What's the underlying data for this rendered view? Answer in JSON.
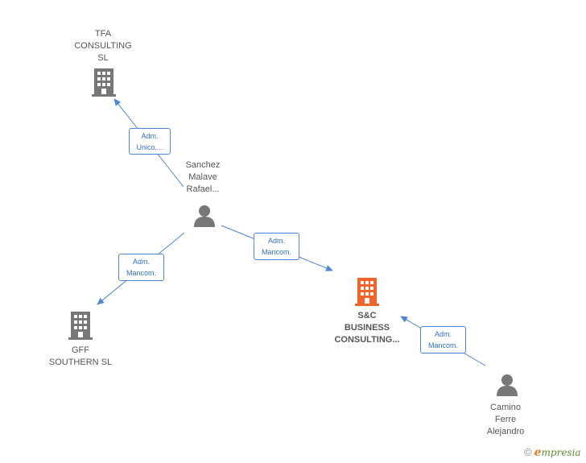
{
  "nodes": {
    "tfa": {
      "label": "TFA\nCONSULTING\nSL",
      "kind": "company"
    },
    "sanchez": {
      "label": "Sanchez\nMalave\nRafael...",
      "kind": "person"
    },
    "gff": {
      "label": "GFF\nSOUTHERN  SL",
      "kind": "company"
    },
    "sc": {
      "label": "S&C\nBUSINESS\nCONSULTING...",
      "kind": "company-focus"
    },
    "camino": {
      "label": "Camino\nFerre\nAlejandro",
      "kind": "person"
    }
  },
  "edges": {
    "sanchez_tfa": "Adm.\nUnico,...",
    "sanchez_gff": "Adm.\nMancom.",
    "sanchez_sc": "Adm.\nMancom.",
    "camino_sc": "Adm.\nMancom."
  },
  "colors": {
    "edge": "#4a86d9",
    "company": "#777777",
    "focus": "#f0642a",
    "person": "#777777"
  },
  "brand": {
    "copyright": "©",
    "name_first": "e",
    "name_rest": "mpresia"
  }
}
